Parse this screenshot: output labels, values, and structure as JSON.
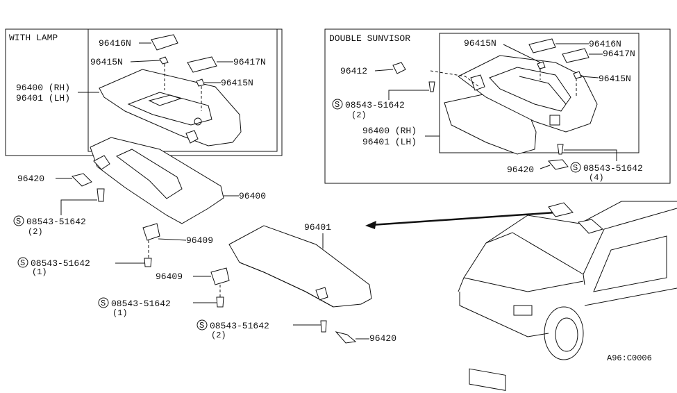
{
  "boxes": {
    "with_lamp_title": "WITH LAMP",
    "double_title": "DOUBLE SUNVISOR"
  },
  "labels": {
    "wl_96416N": "96416N",
    "wl_96415N_a": "96415N",
    "wl_96417N": "96417N",
    "wl_96415N_b": "96415N",
    "wl_96400": "96400 (RH)",
    "wl_96401": "96401 (LH)",
    "ds_96415N_a": "96415N",
    "ds_96416N": "96416N",
    "ds_96417N": "96417N",
    "ds_96412": "96412",
    "ds_96415N_b": "96415N",
    "ds_screw_a": "08543-51642",
    "ds_screw_a_qty": "(2)",
    "ds_96400": "96400 (RH)",
    "ds_96401": "96401 (LH)",
    "ds_96420": "96420",
    "ds_screw_b": "08543-51642",
    "ds_screw_b_qty": "(4)",
    "m_96420_left": "96420",
    "m_96400": "96400",
    "m_screw_1": "08543-51642",
    "m_screw_1_qty": "(2)",
    "m_96409_a": "96409",
    "m_screw_2": "08543-51642",
    "m_screw_2_qty": "(1)",
    "m_96409_b": "96409",
    "m_screw_3": "08543-51642",
    "m_screw_3_qty": "(1)",
    "m_96401": "96401",
    "m_screw_4": "08543-51642",
    "m_screw_4_qty": "(2)",
    "m_96420_right": "96420",
    "s_symbol": "S"
  },
  "footer": {
    "code": "A96:C0006"
  }
}
